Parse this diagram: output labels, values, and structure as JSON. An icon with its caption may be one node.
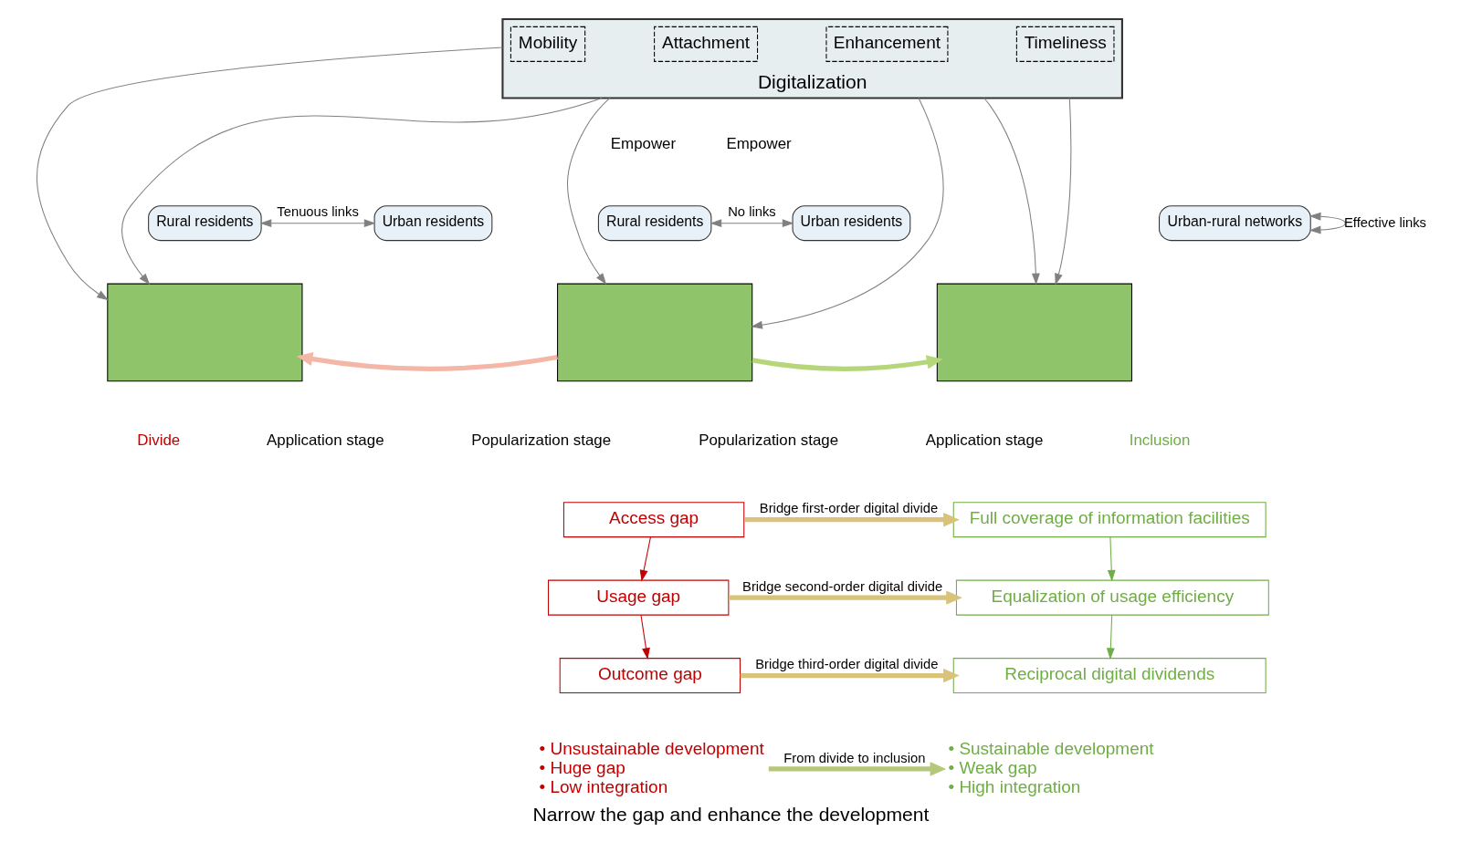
{
  "diagram": {
    "caption": "Narrow the gap and enhance the development",
    "nodes": [
      {
        "text": [
          "Digitalization"
        ]
      },
      {
        "text": [
          "Mobility"
        ],
        "in": 0
      },
      {
        "text": [
          "Attachment"
        ],
        "in": 0
      },
      {
        "text": [
          "Enhancement"
        ],
        "in": 0
      },
      {
        "text": [
          "Timeliness"
        ],
        "in": 0
      },
      {
        "text": [
          "Rural residents"
        ]
      },
      {
        "text": [
          "Urban residents"
        ]
      },
      {
        "text": [],
        "shape": "box"
      },
      {
        "text": [
          "Rural residents"
        ]
      },
      {
        "text": [
          "Urban residents"
        ]
      },
      {
        "text": [],
        "shape": "box"
      },
      {
        "text": [
          "Urban-rural networks"
        ]
      },
      {
        "text": [],
        "shape": "box"
      },
      {
        "text": [
          "Access gap"
        ]
      },
      {
        "text": [
          "Usage gap"
        ]
      },
      {
        "text": [
          "Outcome gap"
        ]
      },
      {
        "text": [
          "Full coverage of information facilities"
        ]
      },
      {
        "text": [
          "Equalization of usage efficiency"
        ]
      },
      {
        "text": [
          "Reciprocal digital dividends"
        ]
      },
      {
        "text": [
          "• Unsustainable development",
          "• Huge gap",
          "• Low integration"
        ]
      },
      {
        "text": [
          "• Sustainable development",
          "• Weak gap",
          "• High integration"
        ]
      }
    ],
    "edges": [
      {
        "from": 0,
        "to": 7,
        "arrow": "to"
      },
      {
        "from": 0,
        "to": 7,
        "arrow": "to"
      },
      {
        "from": 0,
        "to": 10,
        "arrow": "to"
      },
      {
        "from": 0,
        "to": 10,
        "arrow": "to"
      },
      {
        "from": 0,
        "to": 12,
        "arrow": "to"
      },
      {
        "from": 0,
        "to": 12,
        "arrow": "to"
      },
      {
        "from": 5,
        "to": 6,
        "arrow": "both",
        "label": "Tenuous links"
      },
      {
        "from": 8,
        "to": 9,
        "arrow": "both",
        "label": "No links"
      },
      {
        "from": 11,
        "to": 11,
        "arrow": "both",
        "label": "Effective links"
      },
      {
        "from": 10,
        "to": 7,
        "arrow": "to",
        "style": "thick",
        "color": "#f4b6a6"
      },
      {
        "from": 10,
        "to": 12,
        "arrow": "to",
        "style": "thick",
        "color": "#b5d77a"
      },
      {
        "from": 13,
        "to": 14,
        "arrow": "to",
        "color": "#c00000"
      },
      {
        "from": 14,
        "to": 15,
        "arrow": "to",
        "color": "#c00000"
      },
      {
        "from": 16,
        "to": 17,
        "arrow": "to",
        "color": "#70ad47"
      },
      {
        "from": 17,
        "to": 18,
        "arrow": "to",
        "color": "#70ad47"
      },
      {
        "from": 13,
        "to": 16,
        "arrow": "to",
        "label": "Bridge first-order digital divide",
        "style": "thick",
        "color": "#d9c27a"
      },
      {
        "from": 14,
        "to": 17,
        "arrow": "to",
        "label": "Bridge second-order digital divide",
        "style": "thick",
        "color": "#d9c27a"
      },
      {
        "from": 15,
        "to": 18,
        "arrow": "to",
        "label": "Bridge third-order digital divide",
        "style": "thick",
        "color": "#d9c27a"
      },
      {
        "from": 19,
        "to": 20,
        "arrow": "to",
        "label": "From divide to inclusion",
        "style": "thick",
        "color": "#b5c77a"
      }
    ],
    "labels": [
      "Empower",
      "Empower",
      "Divide",
      "Application stage",
      "Popularization stage",
      "Popularization stage",
      "Application stage",
      "Inclusion"
    ]
  }
}
